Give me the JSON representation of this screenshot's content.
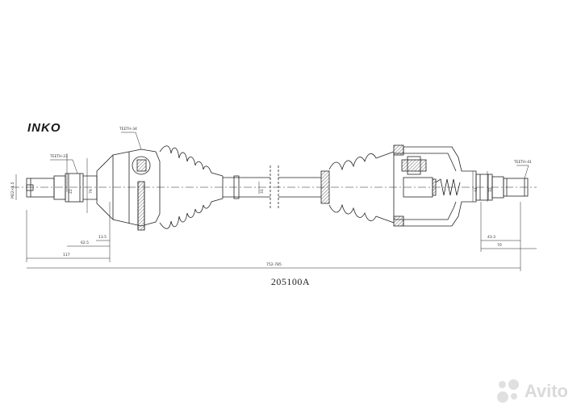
{
  "brand": "INKO",
  "part_number": "205100A",
  "labels": {
    "outer_teeth": "TEETH-34",
    "outer_spline": "TEETH-23",
    "inner_spline": "TEETH-41"
  },
  "dimensions": {
    "thread": "M22×1.5",
    "outer_spline_dia": "22",
    "joint_dia": "79",
    "left_span": "62.5",
    "left_small": "13.5",
    "left_total": "117",
    "shaft_dia": "31",
    "overall_length": "752-785",
    "inner_housing_dia": "43",
    "inner_spline_dia": "32",
    "right_span": "43.3",
    "right_total": "70"
  },
  "watermark": {
    "text": "Avito",
    "icon": "avito-dots-icon"
  }
}
